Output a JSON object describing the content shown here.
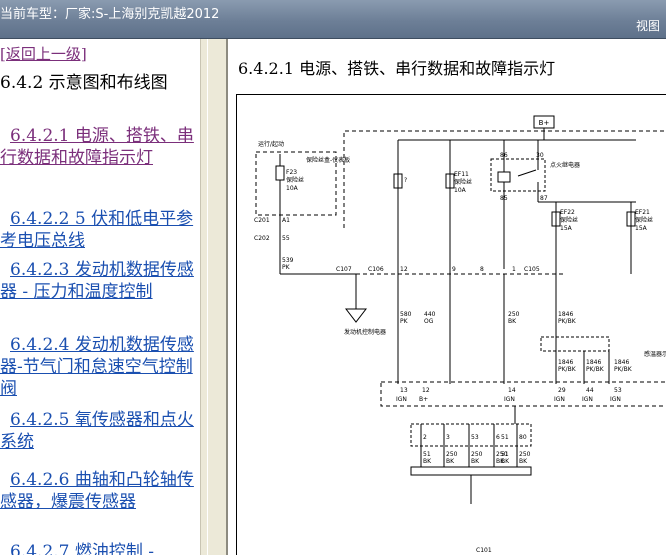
{
  "window": {
    "title": "当前车型：厂家:S-上海别克凯越2012",
    "right_label": "视图"
  },
  "nav": {
    "back_label": "[返回上一级]",
    "section_title": "6.4.2 示意图和布线图",
    "items": [
      {
        "label": "6.4.2.1 电源、搭铁、串行数据和故障指示灯",
        "visited": true
      },
      {
        "label": "6.4.2.2 5 伏和低电平参考电压总线",
        "visited": false
      },
      {
        "label": "6.4.2.3 发动机数据传感器 - 压力和温度控制",
        "visited": false
      },
      {
        "label": "6.4.2.4 发动机数据传感器-节气门和怠速空气控制阀",
        "visited": false
      },
      {
        "label": "6.4.2.5 氧传感器和点火系统",
        "visited": false
      },
      {
        "label": "6.4.2.6 曲轴和凸轮轴传感器，爆震传感器",
        "visited": false
      },
      {
        "label": "6.4.2.7 燃油控制 -",
        "visited": false
      }
    ]
  },
  "page": {
    "title": "6.4.2.1 电源、搭铁、串行数据和故障指示灯"
  },
  "diagram": {
    "labels": {
      "b_plus": "B+",
      "run_start": "运行/起动",
      "fuse_block": "保险丝盒-仪表板",
      "f23": "F23",
      "fuse_word": "保险丝",
      "amp10": "10A",
      "amp15": "15A",
      "c201": "C201",
      "a1": "A1",
      "c202": "C202",
      "p55": "55",
      "w539": "539",
      "pk": "PK",
      "q": "?",
      "ef11": "EF11",
      "relay": "点火继电器",
      "r86": "86",
      "r30": "30",
      "r85": "85",
      "r87": "87",
      "ef22": "EF22",
      "ef21": "EF21",
      "c107": "C107",
      "c106": "C106",
      "c105": "C105",
      "p12": "12",
      "p9": "9",
      "p8": "8",
      "p1": "1",
      "ecm_relay": "发动机控制电器",
      "w580": "580",
      "w440": "440",
      "og": "OG",
      "w250": "250",
      "bk": "BK",
      "w1846": "1846",
      "pkbk": "PK/BK",
      "p13": "13",
      "p14": "14",
      "p29": "29",
      "p44": "44",
      "p53": "53",
      "ign": "IGN",
      "bplus_pin": "B+",
      "right_cut": "感温器示",
      "g_pins": [
        "2",
        "3",
        "53",
        "6",
        "51",
        "80"
      ],
      "g_wire": [
        "51",
        "250",
        "250",
        "250",
        "51",
        "250"
      ],
      "c101": "C101"
    }
  }
}
